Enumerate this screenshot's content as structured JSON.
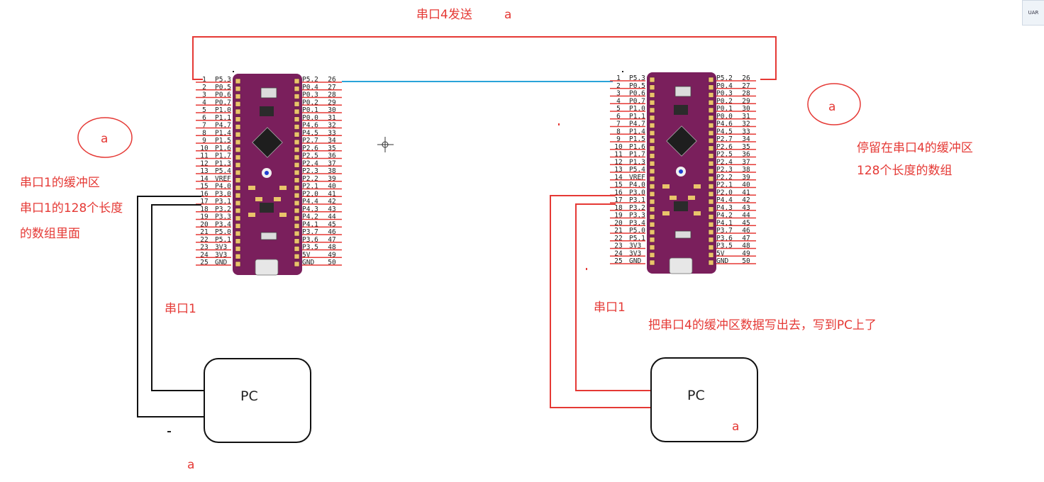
{
  "labels": {
    "top_send": "串口4发送",
    "top_a": "a",
    "left_circle_a": "a",
    "right_circle_a": "a",
    "left_buffer_lines": [
      "串口1的缓冲区",
      "串口1的128个长度",
      "的数组里面"
    ],
    "right_buffer_lines": [
      "停留在串口4的缓冲区",
      "128个长度的数组"
    ],
    "left_uart1": "串口1",
    "right_uart1": "串口1",
    "right_writeout": "把串口4的缓冲区数据写出去，写到PC上了",
    "left_pc": "PC",
    "right_pc": "PC",
    "left_bottom_a": "a",
    "right_pc_a": "a",
    "corner_tab": "UAR"
  },
  "board": {
    "left_pins": [
      "P5.3",
      "P0.5",
      "P0.6",
      "P0.7",
      "P1.0",
      "P1.1",
      "P4.7",
      "P1.4",
      "P1.5",
      "P1.6",
      "P1.7",
      "P1.3",
      "P5.4",
      "VREF",
      "P4.0",
      "P3.0",
      "P3.1",
      "P3.2",
      "P3.3",
      "P3.4",
      "P5.0",
      "P5.1",
      "3V3",
      "3V3",
      "GND"
    ],
    "right_pins": [
      "P5.2",
      "P0.4",
      "P0.3",
      "P0.2",
      "P0.1",
      "P0.0",
      "P4.6",
      "P4.5",
      "P2.7",
      "P2.6",
      "P2.5",
      "P2.4",
      "P2.3",
      "P2.2",
      "P2.1",
      "P2.0",
      "P4.4",
      "P4.3",
      "P4.2",
      "P4.1",
      "P3.7",
      "P3.6",
      "P3.5",
      "5V",
      "GND"
    ],
    "left_numbers": [
      "1",
      "2",
      "3",
      "4",
      "5",
      "6",
      "7",
      "8",
      "9",
      "10",
      "11",
      "12",
      "13",
      "14",
      "15",
      "16",
      "17",
      "18",
      "19",
      "20",
      "21",
      "22",
      "23",
      "24",
      "25"
    ],
    "right_numbers": [
      "26",
      "27",
      "28",
      "29",
      "30",
      "31",
      "32",
      "33",
      "34",
      "35",
      "36",
      "37",
      "38",
      "39",
      "40",
      "41",
      "42",
      "43",
      "44",
      "45",
      "46",
      "47",
      "48",
      "49",
      "50"
    ]
  },
  "colors": {
    "annotation": "#e53935",
    "wire_blue": "#29a3d9",
    "pcb": "#7a1f5c",
    "wire_black": "#111111"
  }
}
